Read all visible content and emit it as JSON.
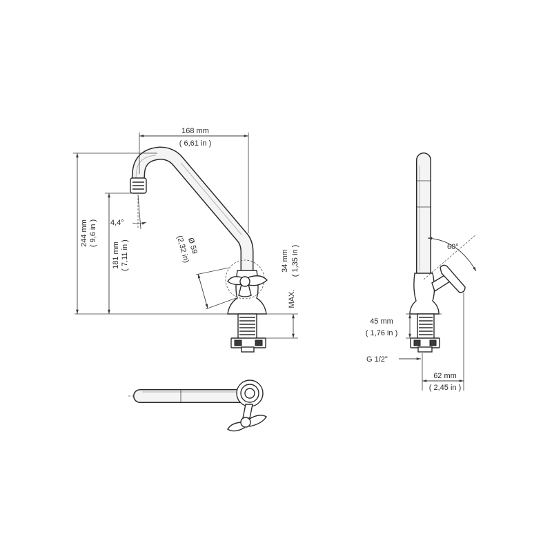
{
  "dimensions": {
    "spout_reach": {
      "mm": "168 mm",
      "in": "( 6,61 in )"
    },
    "total_height": {
      "mm": "244 mm",
      "in": "( 9,6 in )"
    },
    "spout_height": {
      "mm": "181 mm",
      "in": "( 7,11 in )"
    },
    "spout_angle": "4,4°",
    "base_diameter": {
      "mm": "Ø 59",
      "in": "(2,32 in)"
    },
    "counter_thickness": {
      "mm": "34 mm",
      "in": "( 1,35 in )",
      "note": "MAX."
    },
    "handle_angle": "60°",
    "shank_length": {
      "mm": "45 mm",
      "in": "( 1,76 in )"
    },
    "thread": "G 1/2\"",
    "depth": {
      "mm": "62 mm",
      "in": "( 2,45 in )"
    }
  }
}
